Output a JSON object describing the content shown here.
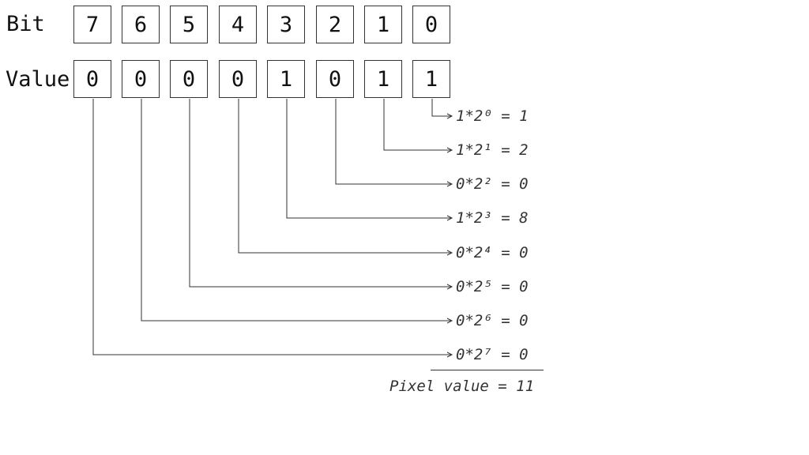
{
  "labels": {
    "bit_row": "Bit",
    "value_row": "Value"
  },
  "bits": [
    "7",
    "6",
    "5",
    "4",
    "3",
    "2",
    "1",
    "0"
  ],
  "values": [
    "0",
    "0",
    "0",
    "0",
    "1",
    "0",
    "1",
    "1"
  ],
  "terms": [
    "1*2⁰ = 1",
    "1*2¹ = 2",
    "0*2² = 0",
    "1*2³ = 8",
    "0*2⁴ = 0",
    "0*2⁵ = 0",
    "0*2⁶ = 0",
    "0*2⁷ = 0"
  ],
  "total": "Pixel value = 11",
  "colors": {
    "line": "#333333",
    "text": "#111111"
  }
}
